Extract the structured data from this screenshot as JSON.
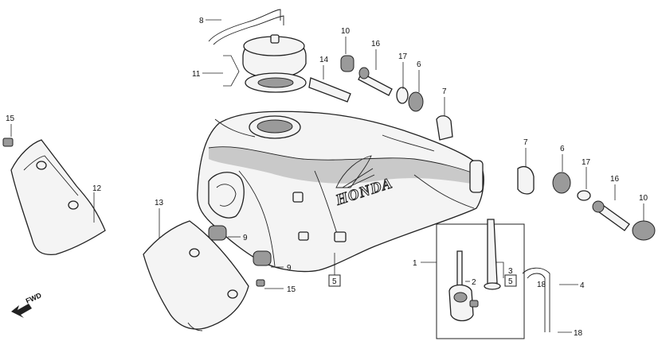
{
  "callouts": {
    "c1": "1",
    "c2": "2",
    "c3": "3",
    "c4": "4",
    "c5": "5",
    "c6a": "6",
    "c6b": "6",
    "c7a": "7",
    "c7b": "7",
    "c8": "8",
    "c9a": "9",
    "c9b": "9",
    "c10a": "10",
    "c10b": "10",
    "c11": "11",
    "c12": "12",
    "c13": "13",
    "c14": "14",
    "c15a": "15",
    "c15b": "15",
    "c16a": "16",
    "c16b": "16",
    "c17a": "17",
    "c17b": "17",
    "c18a": "18",
    "c18b": "18"
  },
  "boxed_refs": {
    "b5a": "5",
    "b5b": "5"
  },
  "tank_brand": "HONDA",
  "fwd_label": "FWD",
  "colors": {
    "ink": "#222222",
    "fill": "#f4f4f4",
    "shade": "#c9c9c9"
  }
}
